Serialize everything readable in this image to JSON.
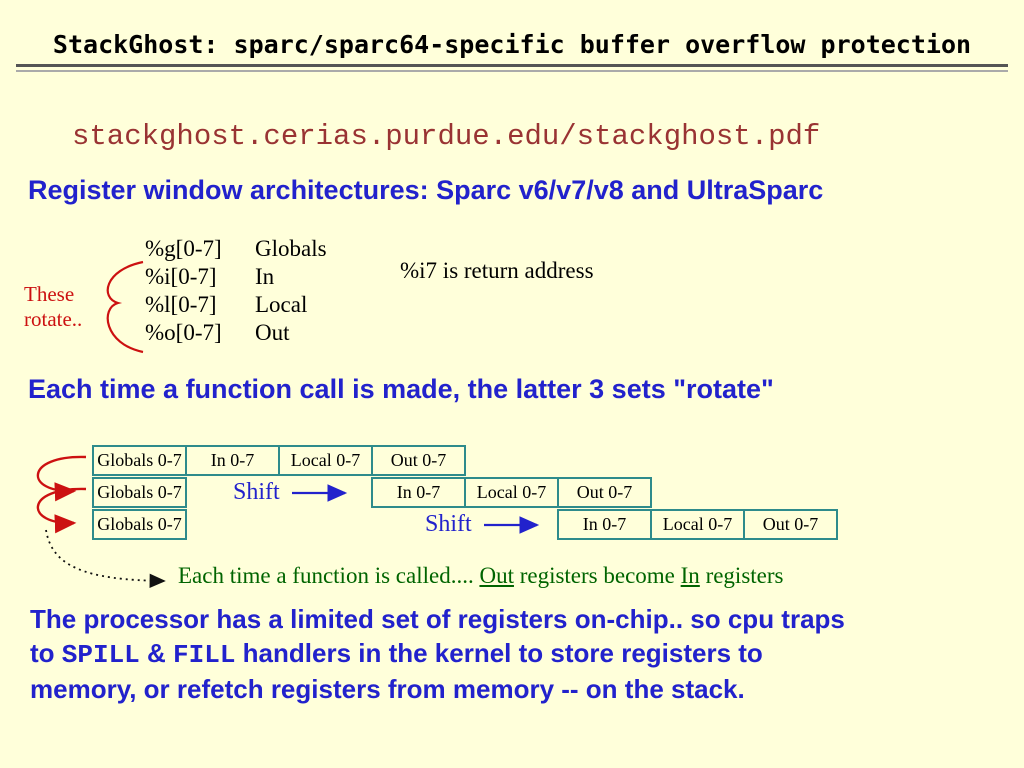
{
  "slide": {
    "title": "StackGhost: sparc/sparc64-specific buffer overflow protection",
    "url": "stackghost.cerias.purdue.edu/stackghost.pdf",
    "headings": {
      "register_windows": "Register window architectures: Sparc v6/v7/v8 and UltraSparc",
      "rotate": "Each time a function call is made, the latter 3 sets \"rotate\""
    },
    "registers": {
      "rows": [
        {
          "reg": "%g[0-7]",
          "name": "Globals"
        },
        {
          "reg": "%i[0-7]",
          "name": "In"
        },
        {
          "reg": "%l[0-7]",
          "name": "Local"
        },
        {
          "reg": "%o[0-7]",
          "name": "Out"
        }
      ],
      "note": "%i7 is return address",
      "rotate_label": "These rotate.."
    },
    "diagram": {
      "rows": [
        {
          "cells": [
            "Globals 0-7",
            "In 0-7",
            "Local 0-7",
            "Out 0-7"
          ]
        },
        {
          "cells": [
            "Globals 0-7",
            "In 0-7",
            "Local 0-7",
            "Out 0-7"
          ]
        },
        {
          "cells": [
            "Globals 0-7",
            "In 0-7",
            "Local 0-7",
            "Out 0-7"
          ]
        }
      ],
      "shift_label": "Shift",
      "caption": {
        "part1": "Each time a function is called.... ",
        "underline1": "Out",
        "part2": " registers become ",
        "underline2": "In",
        "part3": " registers"
      }
    },
    "paragraph": {
      "line1": "The processor has a limited set of registers on-chip.. so cpu traps",
      "line2_pre": "to ",
      "line2_mono1": "SPILL",
      "line2_mid": " & ",
      "line2_mono2": "FILL",
      "line2_post": " handlers in the kernel to store registers to",
      "line3": "memory, or refetch registers from memory -- on the stack."
    },
    "colors": {
      "background": "#FFFFDA",
      "heading_blue": "#2222CC",
      "url_maroon": "#993333",
      "accent_red": "#CC1111",
      "box_border_teal": "#2E8B8B",
      "caption_green": "#006400"
    }
  }
}
